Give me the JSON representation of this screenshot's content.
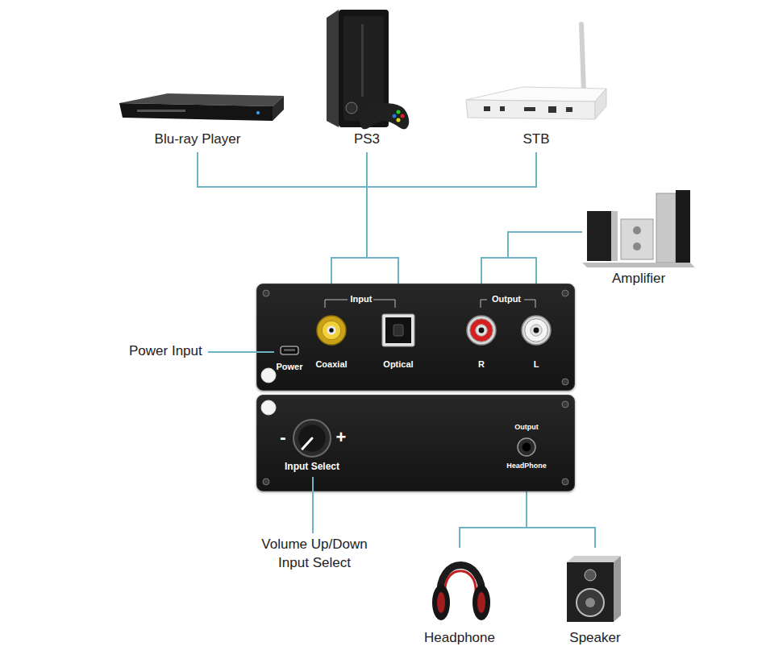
{
  "diagram": {
    "nodes": [
      {
        "text": [
          "Blu-ray Player"
        ]
      },
      {
        "text": [
          "PS3"
        ]
      },
      {
        "text": [
          "STB"
        ]
      },
      {
        "text": [
          "Amplifier"
        ]
      },
      {
        "text": [
          "Input",
          "Output"
        ]
      },
      {
        "text": [
          "Power"
        ],
        "in": 4
      },
      {
        "text": [
          "Coaxial"
        ],
        "in": 4
      },
      {
        "text": [
          "Optical"
        ],
        "in": 4
      },
      {
        "text": [
          "R"
        ],
        "in": 4
      },
      {
        "text": [
          "L"
        ],
        "in": 4
      },
      {
        "text": [
          "Input Select"
        ]
      },
      {
        "text": [
          "-",
          "+"
        ],
        "in": 10
      },
      {
        "text": [
          "Output",
          "HeadPhone"
        ],
        "in": 10
      },
      {
        "text": [
          "Headphone"
        ]
      },
      {
        "text": [
          "Speaker"
        ]
      }
    ],
    "edges": [
      {
        "from": 0,
        "to": 6,
        "arrow": "none"
      },
      {
        "from": 0,
        "to": 7,
        "arrow": "none"
      },
      {
        "from": 1,
        "to": 6,
        "arrow": "none"
      },
      {
        "from": 1,
        "to": 7,
        "arrow": "none"
      },
      {
        "from": 2,
        "to": 6,
        "arrow": "none"
      },
      {
        "from": 2,
        "to": 7,
        "arrow": "none"
      },
      {
        "from": 8,
        "to": 3,
        "arrow": "none"
      },
      {
        "from": 9,
        "to": 3,
        "arrow": "none"
      },
      {
        "from": 12,
        "to": 13,
        "arrow": "none"
      },
      {
        "from": 12,
        "to": 14,
        "arrow": "none"
      }
    ],
    "labels": [
      "Power Input",
      "Volume Up/Down Input Select"
    ]
  }
}
